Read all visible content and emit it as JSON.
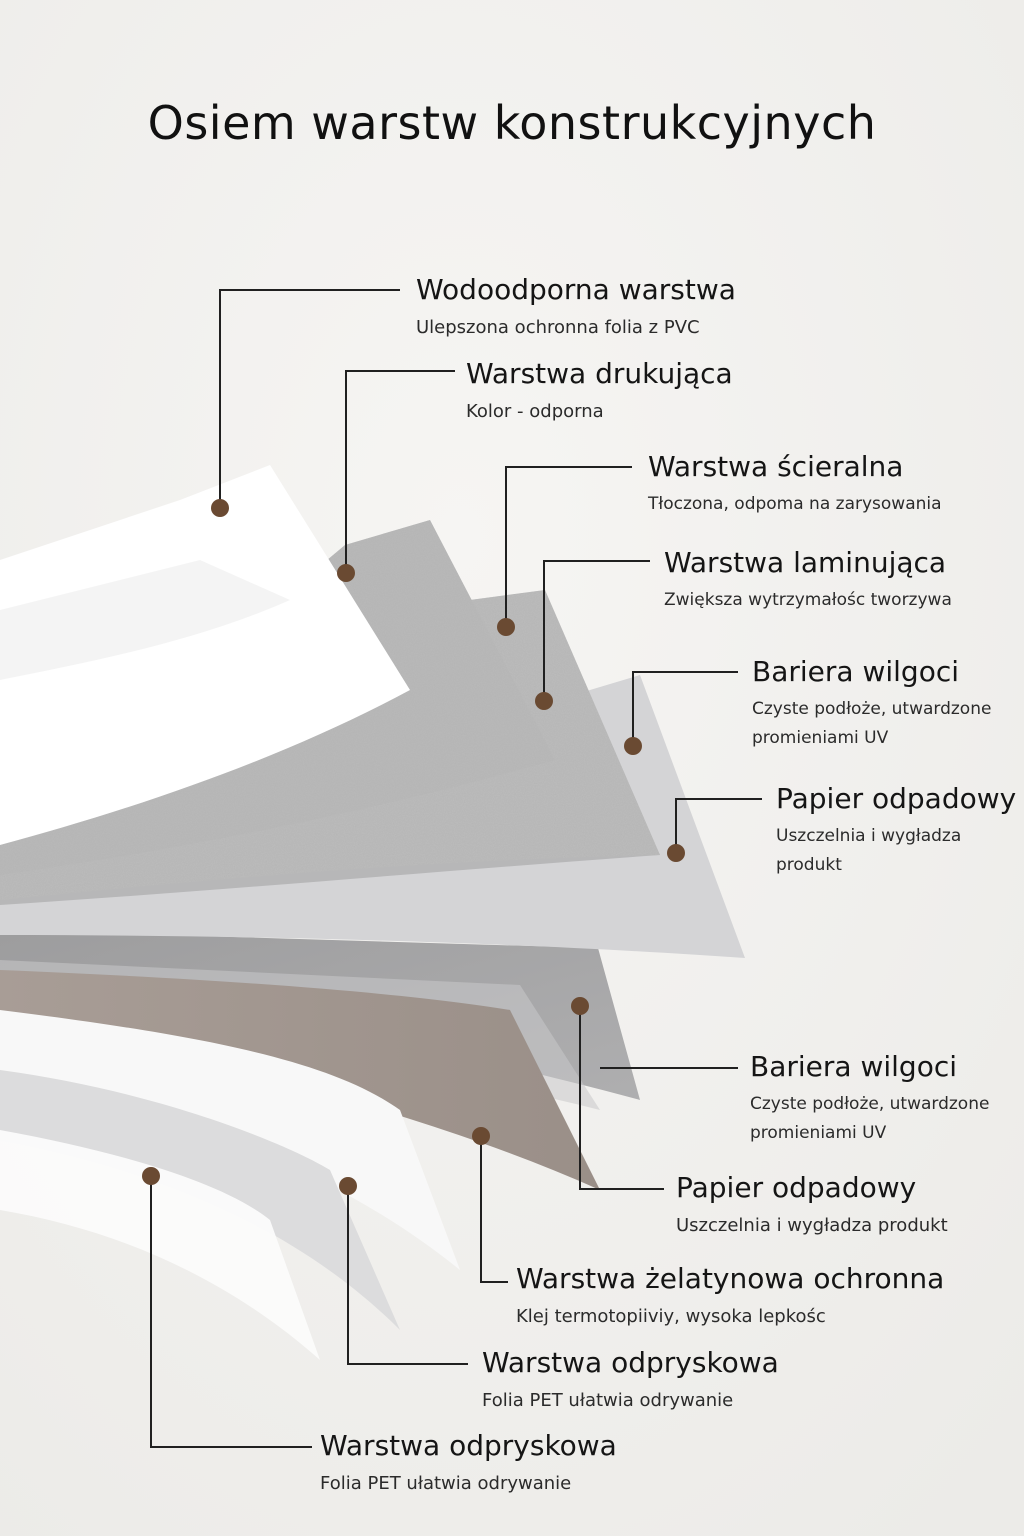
{
  "title": "Osiem warstw konstrukcyjnych",
  "colors": {
    "dot": "#6a4a32",
    "leader": "#202020",
    "background": "#f2f0ee"
  },
  "layers": [
    {
      "title": "Wodoodporna warstwa",
      "desc": "Ulepszona ochronna folia z PVC"
    },
    {
      "title": "Warstwa drukująca",
      "desc": "Kolor - odporna"
    },
    {
      "title": "Warstwa ścieralna",
      "desc": "Tłoczona, odpoma na zarysowania"
    },
    {
      "title": "Warstwa laminująca",
      "desc": "Zwiększa wytrzymałośc tworzywa"
    },
    {
      "title": "Bariera wilgoci",
      "desc": "Czyste podłoże, utwardzone\npromieniami UV"
    },
    {
      "title": "Papier odpadowy",
      "desc": "Uszczelnia i wygładza\nprodukt"
    },
    {
      "title": "Bariera wilgoci",
      "desc": "Czyste podłoże, utwardzone\npromieniami UV"
    },
    {
      "title": "Papier odpadowy",
      "desc": "Uszczelnia i wygładza produkt"
    },
    {
      "title": "Warstwa żelatynowa ochronna",
      "desc": "Klej termotopiiviy, wysoka lepkośc"
    },
    {
      "title": "Warstwa odpryskowa",
      "desc": "Folia PET ułatwia odrywanie"
    },
    {
      "title": "Warstwa odpryskowa",
      "desc": "Folia PET ułatwia odrywanie"
    }
  ]
}
